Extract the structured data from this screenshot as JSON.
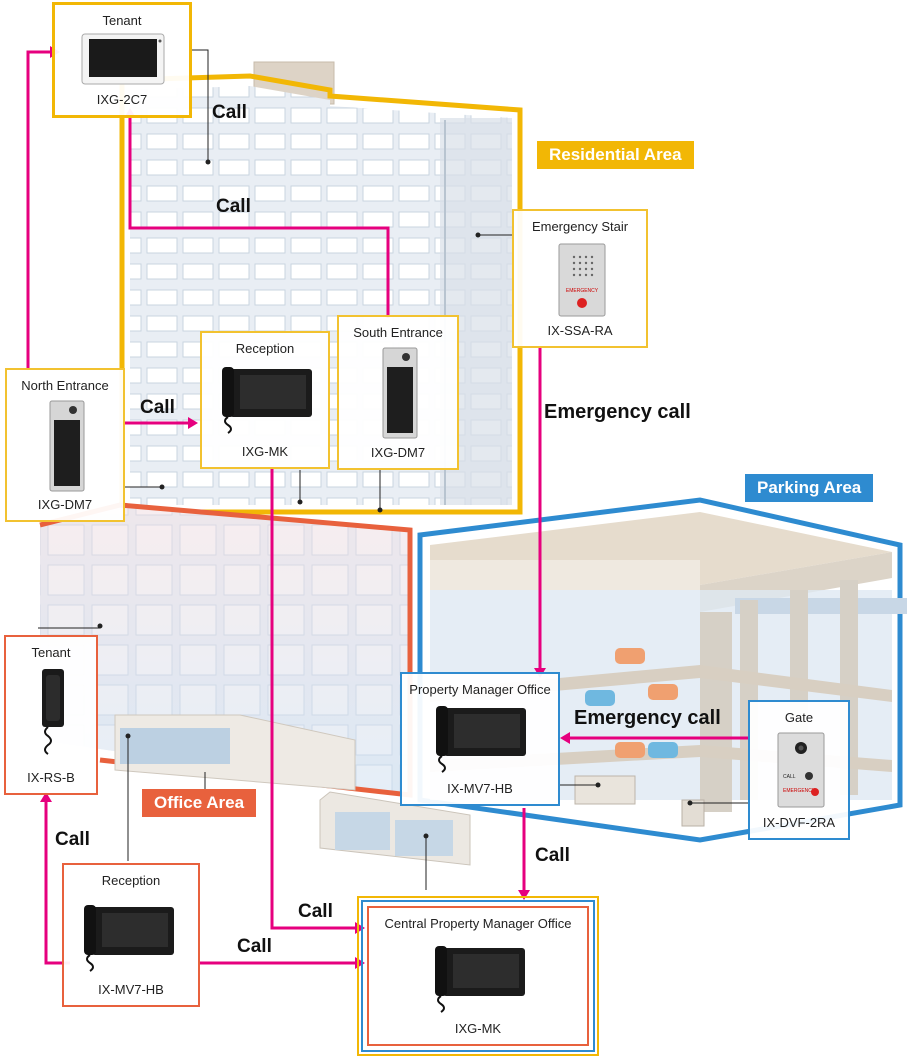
{
  "areas": {
    "residential": "Residential Area",
    "parking": "Parking Area",
    "office": "Office Area"
  },
  "colors": {
    "call_line": "#e6007e",
    "residential": "#f2b705",
    "office": "#e8613d",
    "parking": "#2e8bd0"
  },
  "stations": {
    "tenant_top": {
      "title": "Tenant",
      "model": "IXG-2C7"
    },
    "north_entrance": {
      "title": "North Entrance",
      "model": "IXG-DM7"
    },
    "reception_res": {
      "title": "Reception",
      "model": "IXG-MK"
    },
    "south_entrance": {
      "title": "South Entrance",
      "model": "IXG-DM7"
    },
    "emergency_stair": {
      "title": "Emergency Stair",
      "model": "IX-SSA-RA",
      "button_text": "EMERGENCY"
    },
    "pm_office": {
      "title": "Property Manager Office",
      "model": "IX-MV7-HB"
    },
    "gate": {
      "title": "Gate",
      "model": "IX-DVF-2RA",
      "call_text": "CALL",
      "emergency_text": "EMERGENCY"
    },
    "tenant_office": {
      "title": "Tenant",
      "model": "IX-RS-B"
    },
    "reception_office": {
      "title": "Reception",
      "model": "IX-MV7-HB"
    },
    "central_pm": {
      "title": "Central Property Manager Office",
      "model": "IXG-MK"
    }
  },
  "call_labels": {
    "c1": "Call",
    "c2": "Call",
    "c3": "Call",
    "emergency1": "Emergency call",
    "emergency2": "Emergency call",
    "c4": "Call",
    "c5": "Call",
    "c6": "Call",
    "c7": "Call"
  }
}
